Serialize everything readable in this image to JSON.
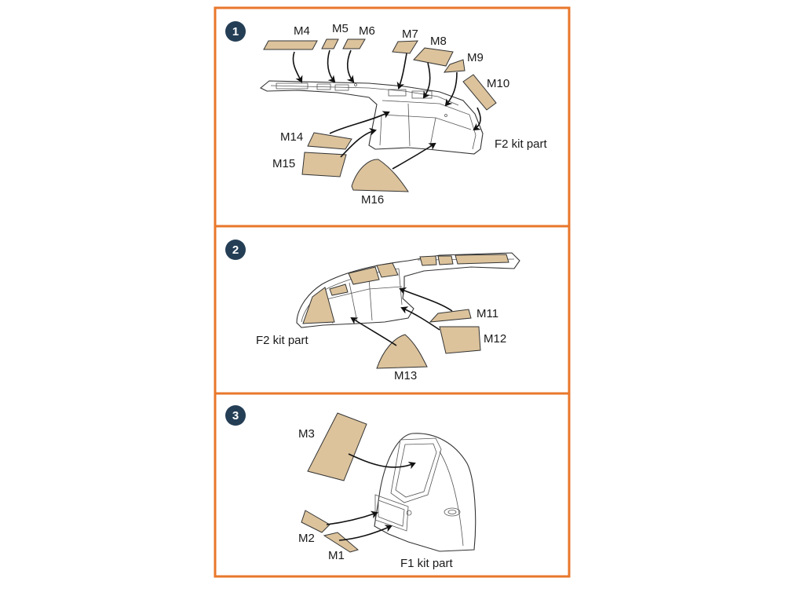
{
  "colors": {
    "frame": "#e9772b",
    "badge": "#243e55",
    "mask": "#dcc39c",
    "line": "#333333"
  },
  "steps": [
    {
      "number": "1",
      "part_label": "F2 kit part",
      "masks": [
        "M4",
        "M5",
        "M6",
        "M7",
        "M8",
        "M9",
        "M10",
        "M14",
        "M15",
        "M16"
      ]
    },
    {
      "number": "2",
      "part_label": "F2 kit part",
      "masks": [
        "M11",
        "M12",
        "M13"
      ]
    },
    {
      "number": "3",
      "part_label": "F1 kit part",
      "masks": [
        "M3",
        "M2",
        "M1"
      ]
    }
  ]
}
